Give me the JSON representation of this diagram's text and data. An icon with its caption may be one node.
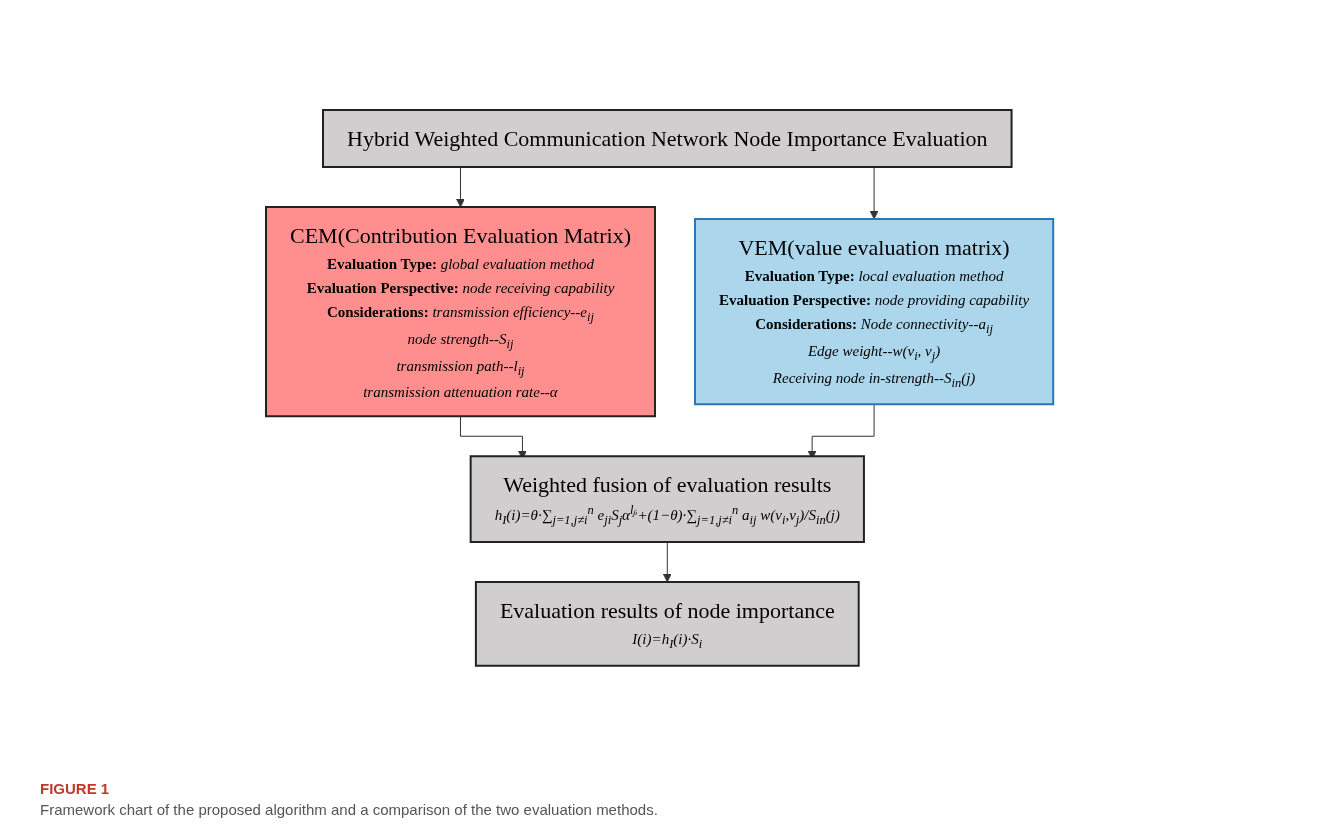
{
  "diagram": {
    "caption": "Framework chart of the proposed algorithm and a comparison of the two evaluation methods.",
    "nodes": [
      {
        "text": [
          "Hybrid Weighted Communication Network Node Importance Evaluation"
        ]
      },
      {
        "text": [
          "CEM(Contribution Evaluation Matrix)",
          "**Evaluation Type:** *global evaluation method*",
          "**Evaluation Perspective:** *node receiving capability*",
          "**Considerations:** *transmission efficiency--e$_{ij}$*",
          "*node strength--S$_{ij}$*",
          "*transmission path--l$_{ij}$*",
          "*transmission attenuation rate--α*"
        ]
      },
      {
        "text": [
          "VEM(value evaluation matrix)",
          "**Evaluation Type:** *local evaluation method*",
          "**Evaluation Perspective:** *node providing capability*",
          "**Considerations:** *Node connectivity--a$_{ij}$*",
          "*Edge weight--w(v$_{i}$, v$_{j}$)*",
          "*Receiving node in-strength--S$_{in}$(j)*"
        ]
      },
      {
        "text": [
          "Weighted fusion of evaluation results",
          "*h$_{I}$(i)=θ·∑$_{j=1,j≠i}$$^{n}$ e$_{ji}$S$_{j}$α$^{lⱼᵢ}$+(1−θ)·∑$_{j=1,j≠i}$$^{n}$ a$_{ij}$ w(v$_{i}$,v$_{j}$)/S$_{in}$(j)*"
        ]
      },
      {
        "text": [
          "Evaluation results of node importance",
          "*I(i)=h$_{I}$(i)·S$_{i}$*"
        ]
      }
    ],
    "edges": [
      {
        "from": 0,
        "to": 1,
        "arrow": "to"
      },
      {
        "from": 0,
        "to": 2,
        "arrow": "to"
      },
      {
        "from": 1,
        "to": 3,
        "arrow": "to"
      },
      {
        "from": 2,
        "to": 3,
        "arrow": "to"
      },
      {
        "from": 3,
        "to": 4,
        "arrow": "to"
      }
    ],
    "labels": [
      "FIGURE 1"
    ]
  }
}
